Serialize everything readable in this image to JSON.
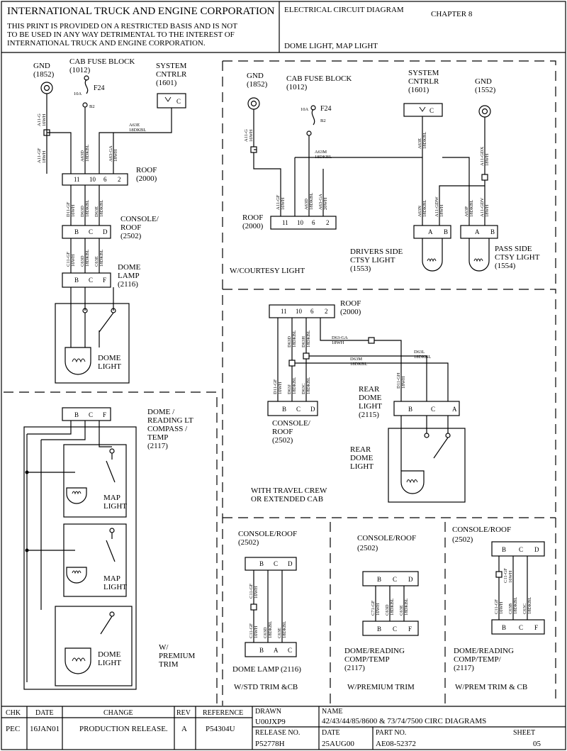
{
  "header": {
    "company": "INTERNATIONAL TRUCK AND ENGINE CORPORATION",
    "notice": [
      "THIS PRINT IS PROVIDED ON A RESTRICTED BASIS AND IS NOT",
      "TO BE USED IN ANY WAY DETRIMENTAL TO THE INTEREST OF",
      "INTERNATIONAL TRUCK AND ENGINE CORPORATION."
    ],
    "doc_type": "ELECTRICAL CIRCUIT DIAGRAM",
    "chapter": "CHAPTER 8",
    "subject": "DOME LIGHT, MAP LIGHT"
  },
  "labels": {
    "gnd": "GND",
    "n1852": "(1852)",
    "n1552": "(1552)",
    "cab_fuse_block": "CAB FUSE BLOCK",
    "n1012": "(1012)",
    "system": "SYSTEM",
    "cntrlr": "CNTRLR",
    "n1601": "(1601)",
    "roof": "ROOF",
    "n2000": "(2000)",
    "console_roof_slash": "CONSOLE/",
    "roof_word": "ROOF",
    "console_roof": "CONSOLE/ROOF",
    "n2502": "(2502)",
    "dome": "DOME",
    "lamp": "LAMP",
    "n2116": "(2116)",
    "dome_light_1": "DOME",
    "dome_light_2": "LIGHT",
    "map": "MAP",
    "light": "LIGHT",
    "dome_slash": "DOME /",
    "reading_lt": "READING LT",
    "compass_slash": "COMPASS /",
    "temp": "TEMP",
    "n2117": "(2117)",
    "w_premium_1": "W/",
    "w_premium_2": "PREMIUM",
    "w_premium_3": "TRIM",
    "w_courtesy": "W/COURTESY LIGHT",
    "drivers_side": "DRIVERS SIDE",
    "ctsy_light": "CTSY LIGHT",
    "n1553": "(1553)",
    "pass_side": "PASS SIDE",
    "n1554": "(1554)",
    "rear": "REAR",
    "n2115": "(2115)",
    "travel_crew_1": "WITH TRAVEL CREW",
    "travel_crew_2": "OR EXTENDED CAB",
    "dome_lamp_2116": "DOME LAMP (2116)",
    "w_std_trim": "W/STD TRIM &CB",
    "dome_reading": "DOME/READING",
    "comp_temp": "COMP/TEMP",
    "comp_temp_slash": "COMP/TEMP/",
    "w_premium_trim": "W/PREMIUM TRIM",
    "w_prem_trim_cb": "W/PREM TRIM & CB",
    "fuse": "F24",
    "fuse_amp": "10A",
    "fuse_pin": "B2",
    "pin_c": "C"
  },
  "connectors": {
    "roof_pins": [
      "11",
      "10",
      "6",
      "2"
    ],
    "bcd": [
      "B",
      "C",
      "D"
    ],
    "bcf": [
      "B",
      "C",
      "F"
    ],
    "bca": [
      "B",
      "C",
      "A"
    ],
    "bac": [
      "B",
      "A",
      "C"
    ],
    "ab": [
      "A",
      "B"
    ]
  },
  "wires": {
    "a11g": "A11-G",
    "a11g_gage": "16WH",
    "a11gf": "A11-GF",
    "a11gf_gage": "18WH",
    "a11gf_gage16": "16WH",
    "a63e": "A63E",
    "a63e_gage": "18DKBL",
    "a63d": "A63D",
    "a63d_gage": "18DKBL",
    "a63ga": "A63-GA",
    "a63ga_gage": "18WH",
    "a63ga_gage20": "20WH",
    "a63m": "A63M",
    "a63m_gage": "18DKBL",
    "a63n": "A63N",
    "a63n_gage": "18DKBL",
    "a11gdw": "A11-GDW",
    "a11gdw_gage": "18WH",
    "a63p": "A63P",
    "a63p_gage": "18DKBL",
    "a11gdv": "A11-GDV",
    "a11gdv_gage": "18WH",
    "a11gdx": "A11-GDX",
    "a11gdx_gage": "18WH",
    "d11gf": "D11-GF",
    "d11gf_gage": "16WH",
    "d63d": "D63D",
    "d63d_gage": "18DKBL",
    "d63e": "D63E",
    "d63e_gage": "18DKBL",
    "c11gf": "C11-GF",
    "c11gf_gage": "16WH",
    "c63d": "C63D",
    "c63d_gage": "18DKBL",
    "c63e": "C63E",
    "c63e_gage": "18DKBL",
    "d63ga": "D63-GA",
    "d63ga_gage": "18WH",
    "d63m": "D63M",
    "d63m_gage": "18DKBL",
    "d63l": "D63L",
    "d63l_gage": "18DKBL",
    "d63c": "D63C",
    "d63c_gage": "18DKBL",
    "d63h": "D63H",
    "d63h_gage": "18DKBL",
    "d63j": "D63J",
    "d63j_gage": "18DKBL",
    "d11gh": "D11-GH",
    "d11gh_gage": "18WH",
    "c71gf": "C71-GF",
    "c71gf_gage": "16WH",
    "c63b": "C63B",
    "c63b_gage": "18DKBL",
    "c63c": "C63C",
    "c63c_gage": "18DKBL"
  },
  "title_block": {
    "chk_label": "CHK",
    "chk": "PEC",
    "date_label": "DATE",
    "date": "16JAN01",
    "change_label": "CHANGE",
    "change": "PRODUCTION RELEASE.",
    "rev_label": "REV",
    "rev": "A",
    "reference_label": "REFERENCE",
    "reference": "P54304U",
    "drawn_label": "DRAWN",
    "drawn": "U00JXP9",
    "release_label": "RELEASE NO.",
    "release": "P52778H",
    "name_label": "NAME",
    "name": "42/43/44/85/8600 & 73/74/7500 CIRC DIAGRAMS",
    "date2_label": "DATE",
    "date2": "25AUG00",
    "part_label": "PART NO.",
    "part": "AE08-52372",
    "sheet_label": "SHEET",
    "sheet": "05"
  }
}
